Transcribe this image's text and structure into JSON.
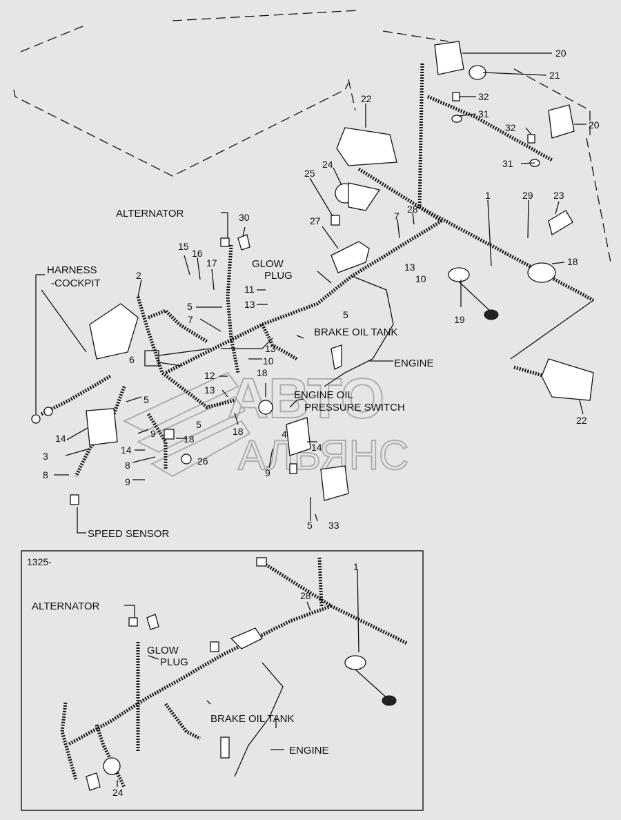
{
  "labels": {
    "alternator": "ALTERNATOR",
    "harness_line1": "HARNESS",
    "harness_line2": "-COCKPIT",
    "glow_line1": "GLOW",
    "glow_line2": "PLUG",
    "brake_oil_tank": "BRAKE OIL TANK",
    "engine": "ENGINE",
    "engine_oil_line1": "ENGINE OIL",
    "engine_oil_line2": "PRESSURE SWITCH",
    "speed_sensor": "SPEED SENSOR",
    "inset_code": "1325-",
    "inset_alternator": "ALTERNATOR",
    "inset_glow_line1": "GLOW",
    "inset_glow_line2": "PLUG",
    "inset_brake_oil_tank": "BRAKE OIL TANK",
    "inset_engine": "ENGINE"
  },
  "callouts": {
    "c20a": "20",
    "c21": "21",
    "c32a": "32",
    "c31a": "31",
    "c32b": "32",
    "c20b": "20",
    "c31b": "31",
    "c22a": "22",
    "c24": "24",
    "c25": "25",
    "c27": "27",
    "c7a": "7",
    "c28": "28",
    "c1": "1",
    "c29": "29",
    "c23": "23",
    "c30": "30",
    "c15": "15",
    "c16": "16",
    "c17": "17",
    "c13a": "13",
    "c10a": "10",
    "c18a": "18",
    "c19": "19",
    "c2": "2",
    "c11": "11",
    "c13b": "13",
    "c5a": "5",
    "c5b": "5",
    "c7b": "7",
    "c6": "6",
    "c13c": "13",
    "c10b": "10",
    "c12": "12",
    "c13d": "13",
    "c18b": "18",
    "c5c": "5",
    "c5d": "5",
    "c9a": "9",
    "c18c": "18",
    "c18d": "18",
    "c4": "4",
    "c14a": "14",
    "c14b": "14",
    "c14c": "14",
    "c3": "3",
    "c8a": "8",
    "c8b": "8",
    "c26": "26",
    "c9b": "9",
    "c9c": "9",
    "c5e": "5",
    "c33": "33",
    "c22b": "22",
    "i1": "1",
    "i28": "28",
    "i24": "24"
  },
  "watermark": {
    "line1": "АВТО",
    "line2": "АЛЬЯНС"
  }
}
